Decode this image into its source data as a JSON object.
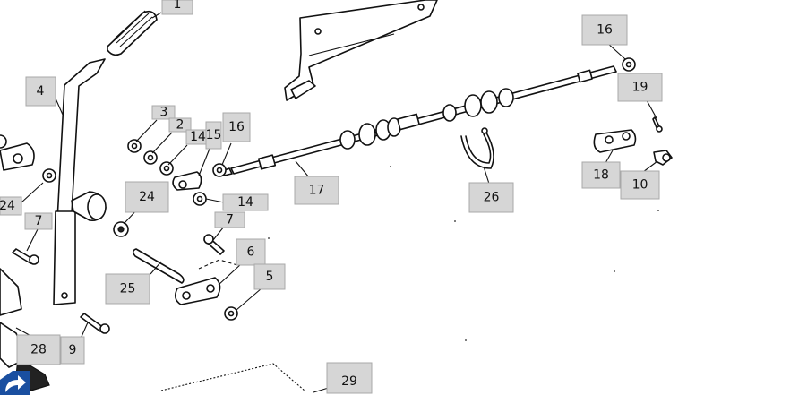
{
  "diagram": {
    "callouts": {
      "c1": "1",
      "c2": "2",
      "c3": "3",
      "c4": "4",
      "c5": "5",
      "c6": "6",
      "c7a": "7",
      "c7b": "7",
      "c9": "9",
      "c10": "10",
      "c14a": "14",
      "c14b": "14",
      "c15": "15",
      "c16a": "16",
      "c16b": "16",
      "c17": "17",
      "c18": "18",
      "c19": "19",
      "c24a": "24",
      "c24b": "24",
      "c25": "25",
      "c26": "26",
      "c28": "28",
      "c29": "29"
    }
  },
  "colors": {
    "callout_fill": "#d6d6d6",
    "line": "#111111",
    "corner_icon": "#1a4fa0"
  },
  "icons": {
    "corner": "corner-badge-icon"
  }
}
